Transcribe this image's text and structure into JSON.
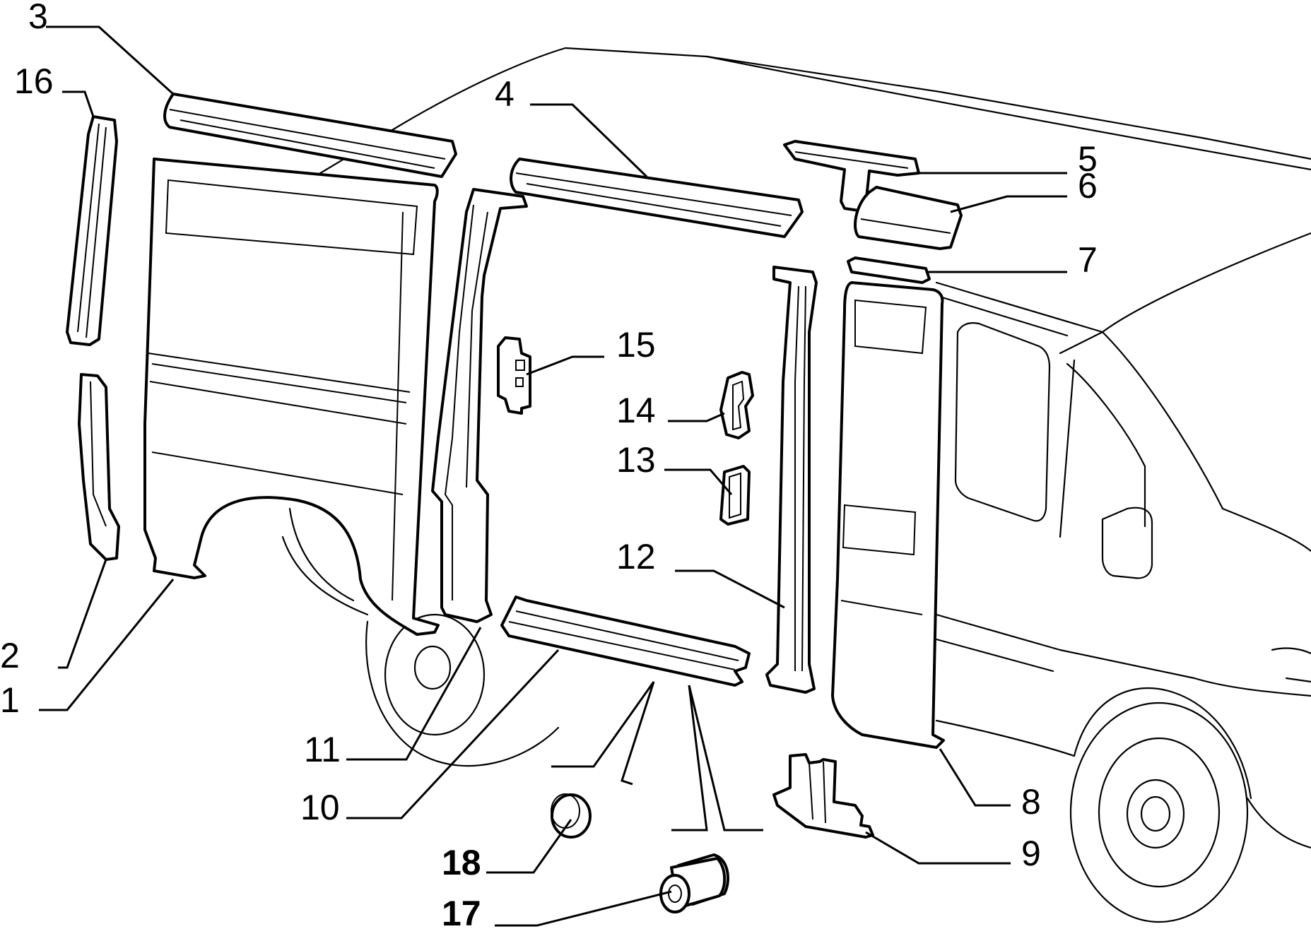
{
  "labels": {
    "l1": "1",
    "l2": "2",
    "l3": "3",
    "l4": "4",
    "l5": "5",
    "l6": "6",
    "l7": "7",
    "l8": "8",
    "l9": "9",
    "l10": "10",
    "l11": "11",
    "l12": "12",
    "l13": "13",
    "l14": "14",
    "l15": "15",
    "l16": "16",
    "l17": "17",
    "l18": "18"
  },
  "colors": {
    "line": "#000000",
    "paper": "#ffffff"
  }
}
